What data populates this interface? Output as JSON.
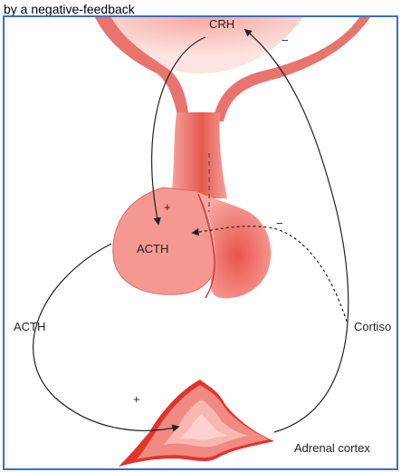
{
  "caption": "by a negative-feedback",
  "labels": {
    "crh": "CRH",
    "acth_pituitary": "ACTH",
    "acth_path": "ACTH",
    "cortisol": "Cortiso",
    "adrenal": "Adrenal cortex"
  },
  "signs": {
    "crh_feedback": "−",
    "acth_release": "+",
    "pituitary_feedback": "−",
    "adrenal_stimulation": "+"
  },
  "colors": {
    "tissue": "#ef8a86",
    "tissue_dark": "#d94540",
    "border": "#3b6fc6"
  }
}
